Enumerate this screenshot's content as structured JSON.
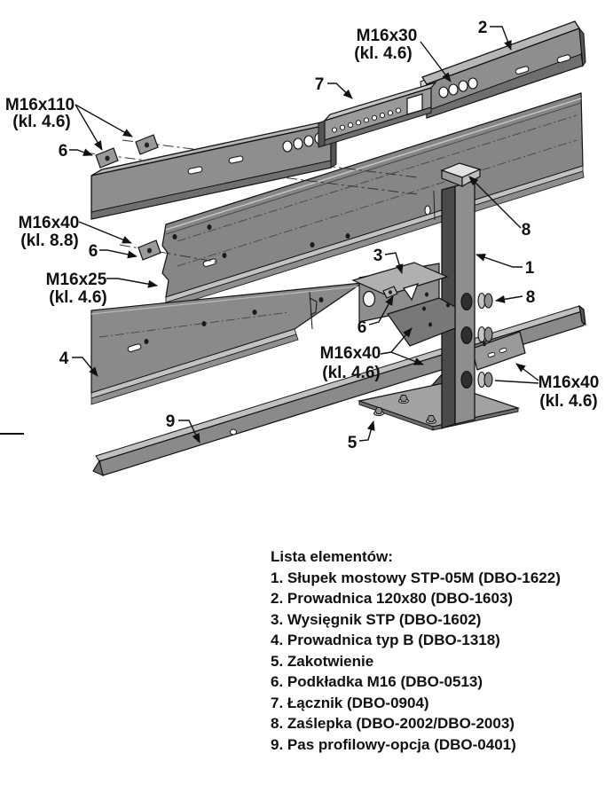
{
  "colors": {
    "outline": "#111111",
    "steel_mid": "#8e8e8e",
    "steel_dark": "#4f4f4f",
    "steel_top": "#b6b6b6",
    "steel_bright": "#dcdcdc",
    "background": "#ffffff"
  },
  "callouts": {
    "m16x110": {
      "size": "M16x110",
      "grade": "(kl. 4.6)"
    },
    "m16x30": {
      "size": "M16x30",
      "grade": "(kl. 4.6)"
    },
    "m16x40_k88": {
      "size": "M16x40",
      "grade": "(kl. 8.8)"
    },
    "m16x25": {
      "size": "M16x25",
      "grade": "(kl. 4.6)"
    },
    "m16x40_k46_left": {
      "size": "M16x40",
      "grade": "(kl. 4.6)"
    },
    "m16x40_k46_right": {
      "size": "M16x40",
      "grade": "(kl. 4.6)"
    },
    "numbers": {
      "n1": "1",
      "n2": "2",
      "n3": "3",
      "n4": "4",
      "n5": "5",
      "n6": "6",
      "n7": "7",
      "n8": "8",
      "n9": "9"
    }
  },
  "parts_list": {
    "title": "Lista elementów:",
    "items": [
      "1. Słupek mostowy STP-05M (DBO-1622)",
      "2. Prowadnica 120x80 (DBO-1603)",
      "3. Wysięgnik STP (DBO-1602)",
      "4. Prowadnica typ B (DBO-1318)",
      "5. Zakotwienie",
      "6. Podkładka M16 (DBO-0513)",
      "7. Łącznik (DBO-0904)",
      "8. Zaślepka (DBO-2002/DBO-2003)",
      "9. Pas profilowy-opcja (DBO-0401)"
    ]
  }
}
